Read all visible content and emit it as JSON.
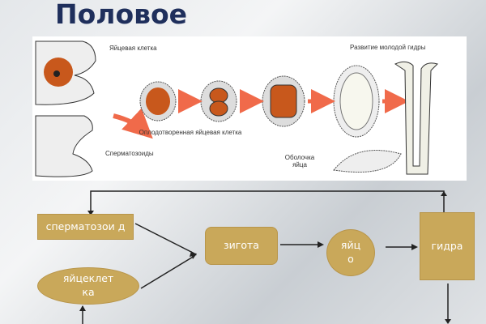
{
  "title": "Половое",
  "illustration": {
    "egg_cell": "Яйцевая клетка",
    "fertilized_egg": "Оплодотворенная яйцевая клетка",
    "sperm": "Сперматозоиды",
    "development": "Развитие молодой гидры",
    "egg_shell": "Оболочка яйца"
  },
  "flow": {
    "sperm": "сперматозои д",
    "egg_cell": "яйцеклет ка",
    "zygote": "зигота",
    "egg": "яйц о",
    "hydra": "гидра"
  },
  "colors": {
    "node": "#c9a85a",
    "title": "#1f2f5c",
    "orange": "#d2691e"
  }
}
